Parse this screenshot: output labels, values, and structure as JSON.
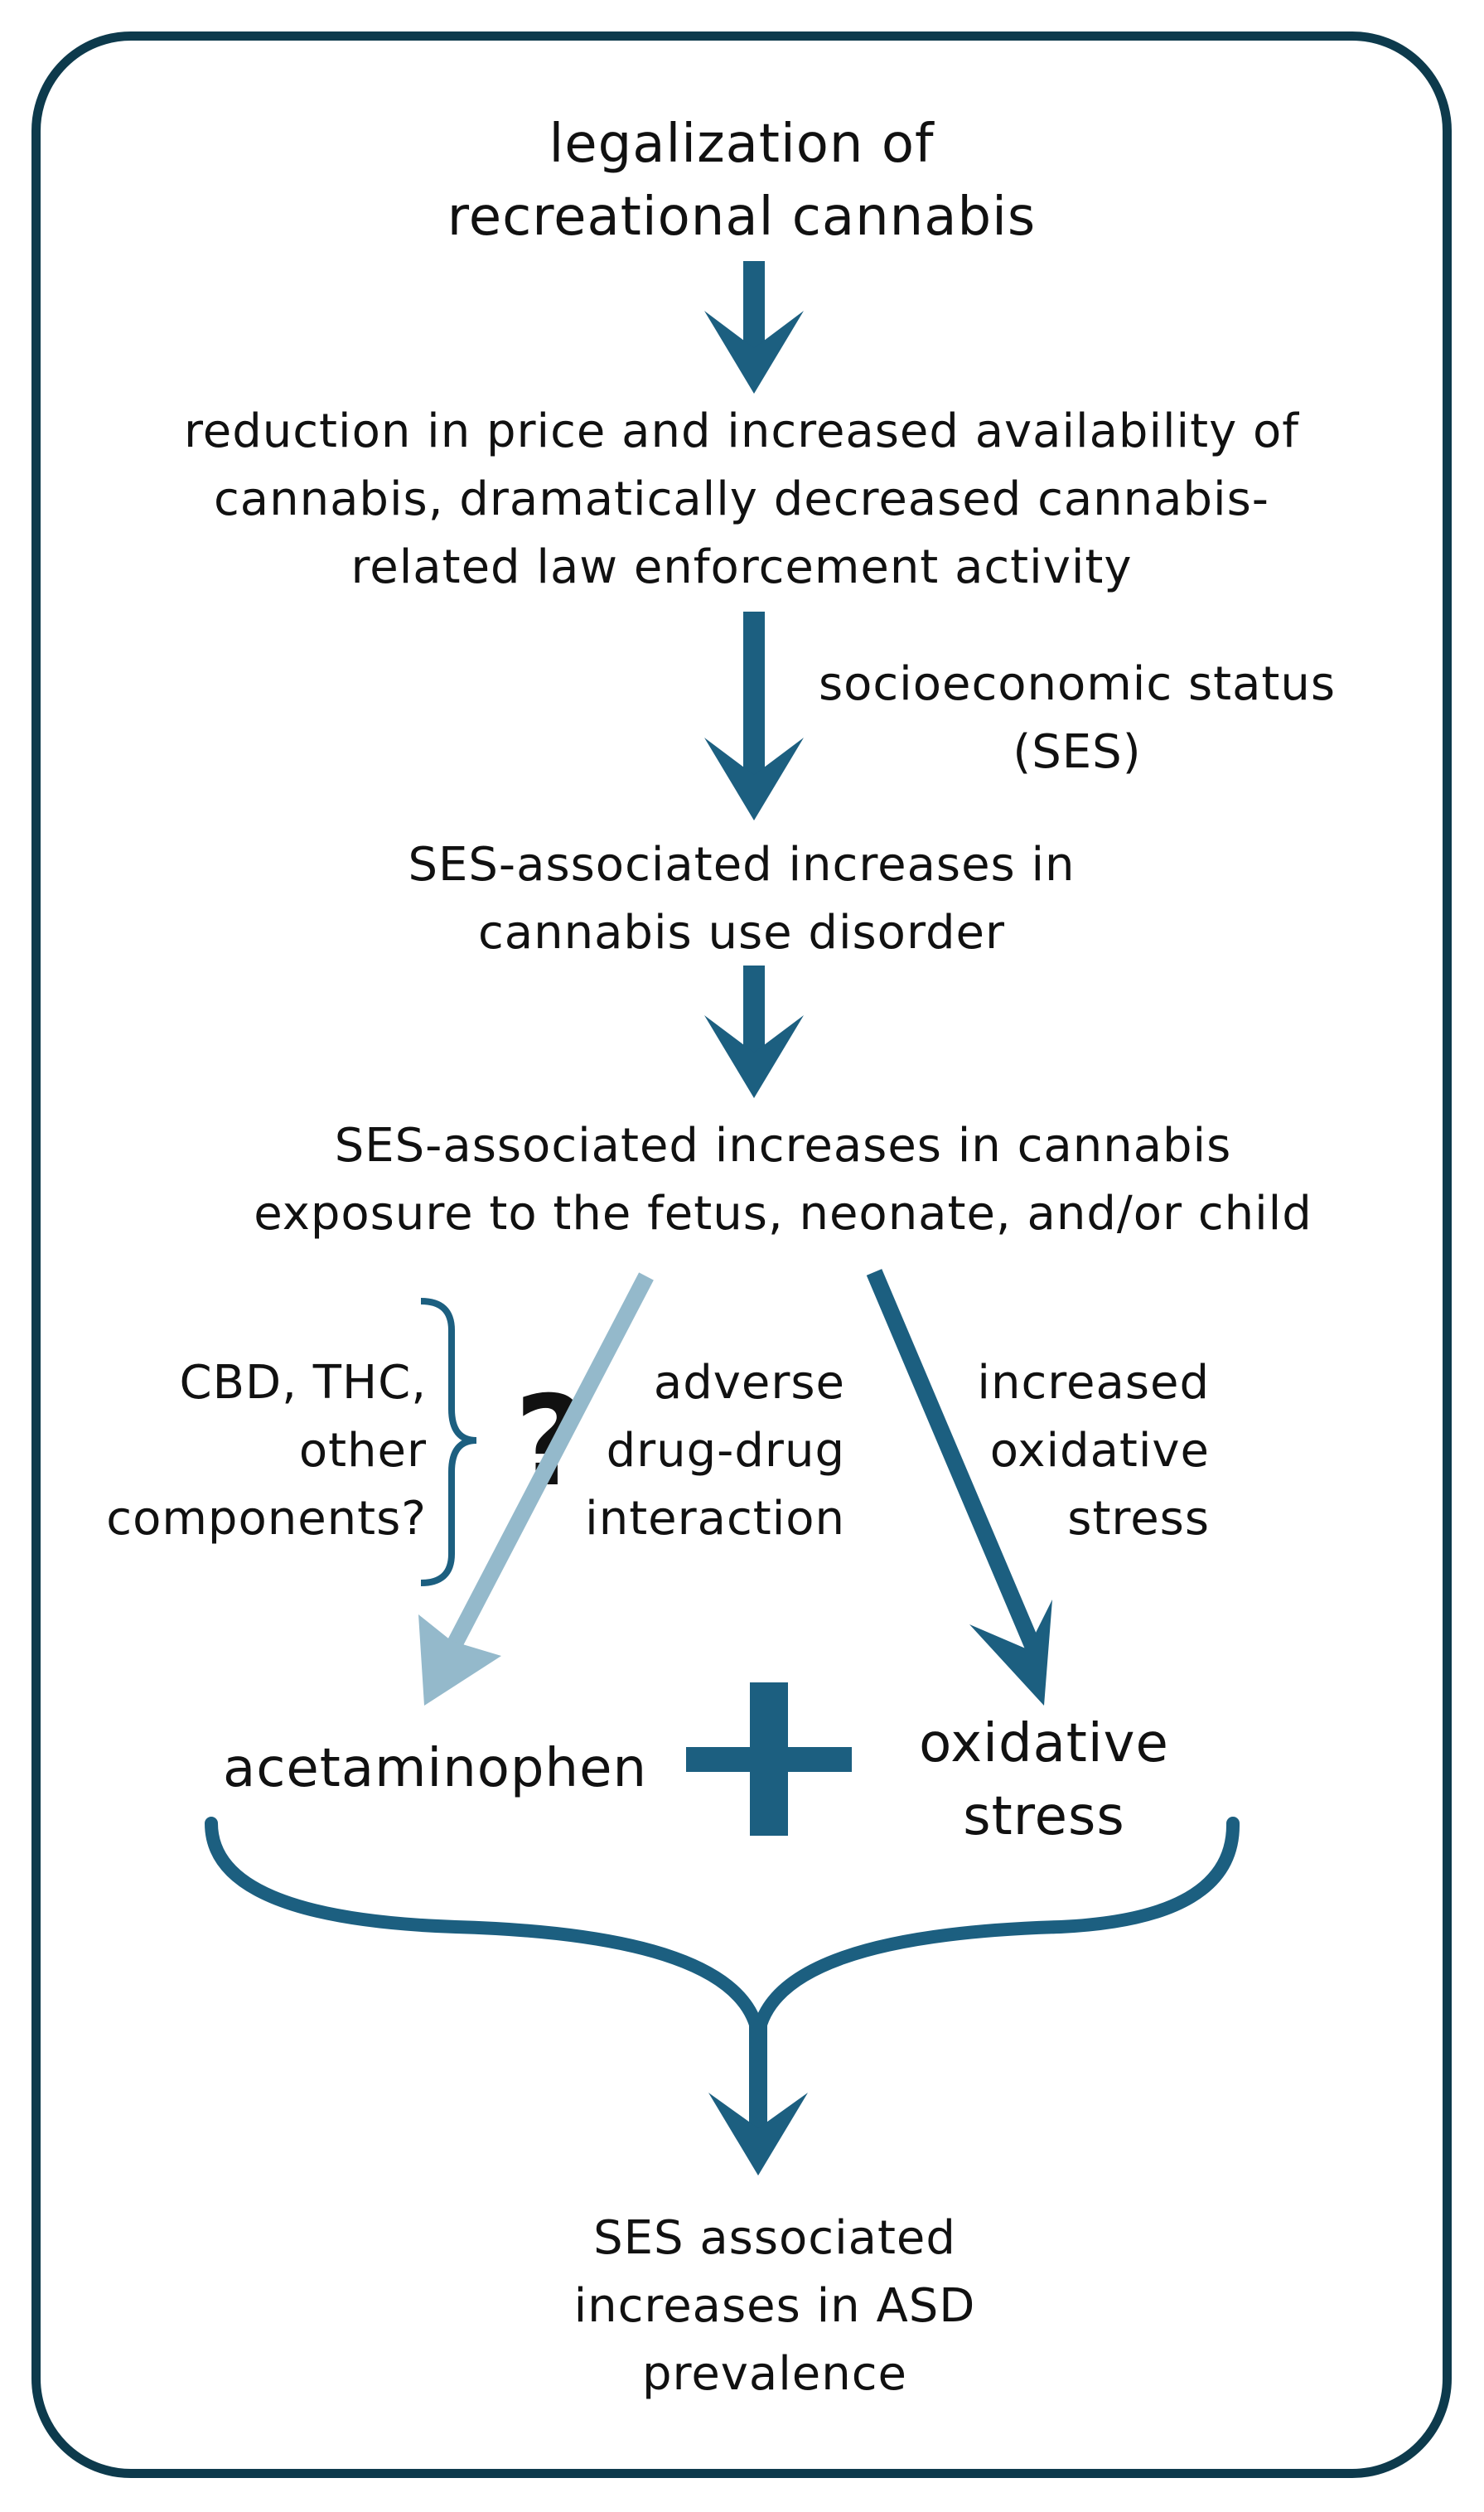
{
  "colors": {
    "frame": "#0d3a4c",
    "arrow_dark": "#1c5f80",
    "arrow_light": "#94b9cb",
    "text": "#111111"
  },
  "nodes": {
    "legalization": "legalization of\nrecreational cannabis",
    "price_reduction": "reduction in price and increased availability of\ncannabis, dramatically decreased cannabis-\nrelated law enforcement activity",
    "ses_cud": "SES-associated increases in\ncannabis use disorder",
    "ses_exposure": "SES-associated increases in cannabis\nexposure to the fetus, neonate, and/or child",
    "acetaminophen": "acetaminophen",
    "oxidative_stress": "oxidative\nstress",
    "asd": "SES associated\nincreases in ASD\nprevalence"
  },
  "edge_labels": {
    "ses": "socioeconomic status\n(SES)",
    "ddi": "adverse\ndrug-drug\ninteraction",
    "increased_ox": "increased\noxidative\nstress",
    "components": "CBD, THC,\nother\ncomponents?",
    "question": "?"
  },
  "operators": {
    "plus": "plus-sign"
  }
}
